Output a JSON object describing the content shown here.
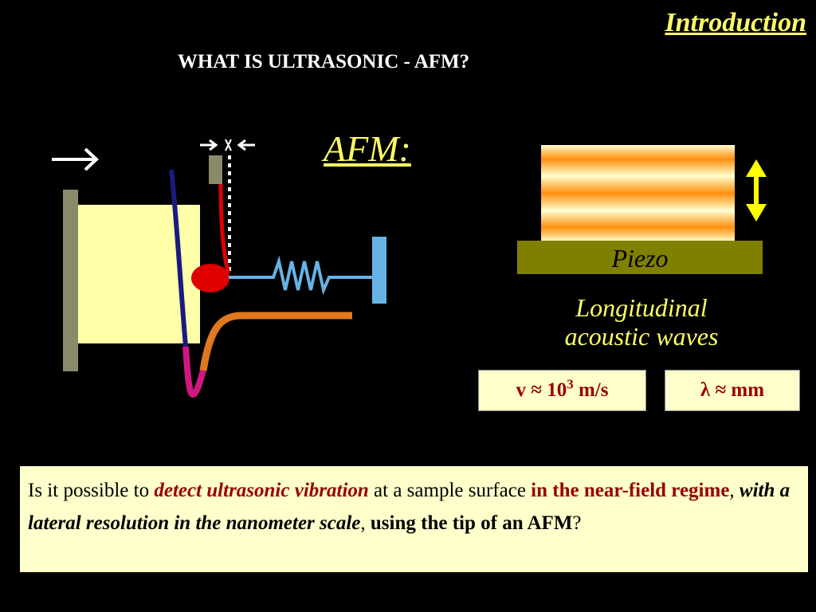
{
  "header": {
    "section": "Introduction",
    "title": "WHAT IS ULTRASONIC - AFM?"
  },
  "afm_label": "AFM:",
  "piezo": {
    "label": "Piezo",
    "caption_line1": "Longitudinal",
    "caption_line2": "acoustic waves"
  },
  "boxes": {
    "velocity": {
      "symbol": "v ≈ 10",
      "exponent": "3",
      "unit": " m/s"
    },
    "wavelength": {
      "text": "λ ≈ mm"
    }
  },
  "question": {
    "p1": "Is it possible to ",
    "p2": "detect ultrasonic vibration",
    "p3": " at a sample surface ",
    "p4": "in the near-field regime",
    "p5": ", ",
    "p6": "with a lateral resolution in the nanometer scale",
    "p7": ", ",
    "p8": "using the tip of an AFM",
    "p9": "?"
  },
  "colors": {
    "accent_yellow": "#ffff66",
    "question_bg": "#ffffcc",
    "dark_red": "#990000",
    "piezo": "#808000",
    "spring": "#66b3e6",
    "tip": "#e00000",
    "curve_orange": "#e07820",
    "curve_blue": "#1a1a80",
    "curve_magenta": "#d01880"
  }
}
